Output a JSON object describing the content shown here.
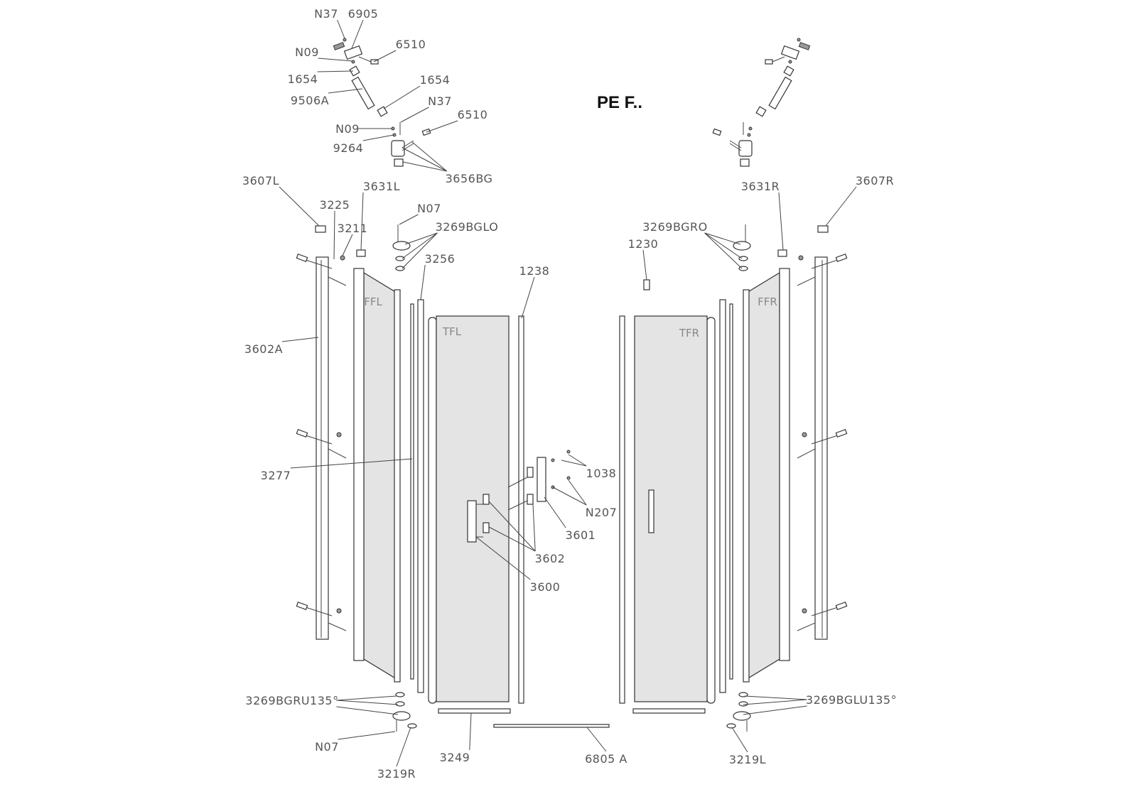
{
  "title": "PE F..",
  "panel_labels": [
    "FFL",
    "TFL",
    "TFR",
    "FFR"
  ],
  "part_labels": [
    "N37",
    "6905",
    "6510",
    "N09",
    "1654",
    "1654",
    "9506A",
    "N37",
    "N09",
    "6510",
    "9264",
    "3656BG",
    "3607L",
    "3631L",
    "3225",
    "N07",
    "3211",
    "3269BGLO",
    "3256",
    "1238",
    "3602A",
    "3277",
    "1038",
    "N207",
    "3601",
    "3602",
    "3600",
    "3269BGRU135°",
    "N07",
    "3219R",
    "3249",
    "6805 A",
    "3269BGLU135°",
    "3219L",
    "3631R",
    "3607R",
    "3269BGRO",
    "1230"
  ],
  "colors": {
    "glass": "#e4e4e4",
    "line": "#333333",
    "text": "#555555"
  }
}
